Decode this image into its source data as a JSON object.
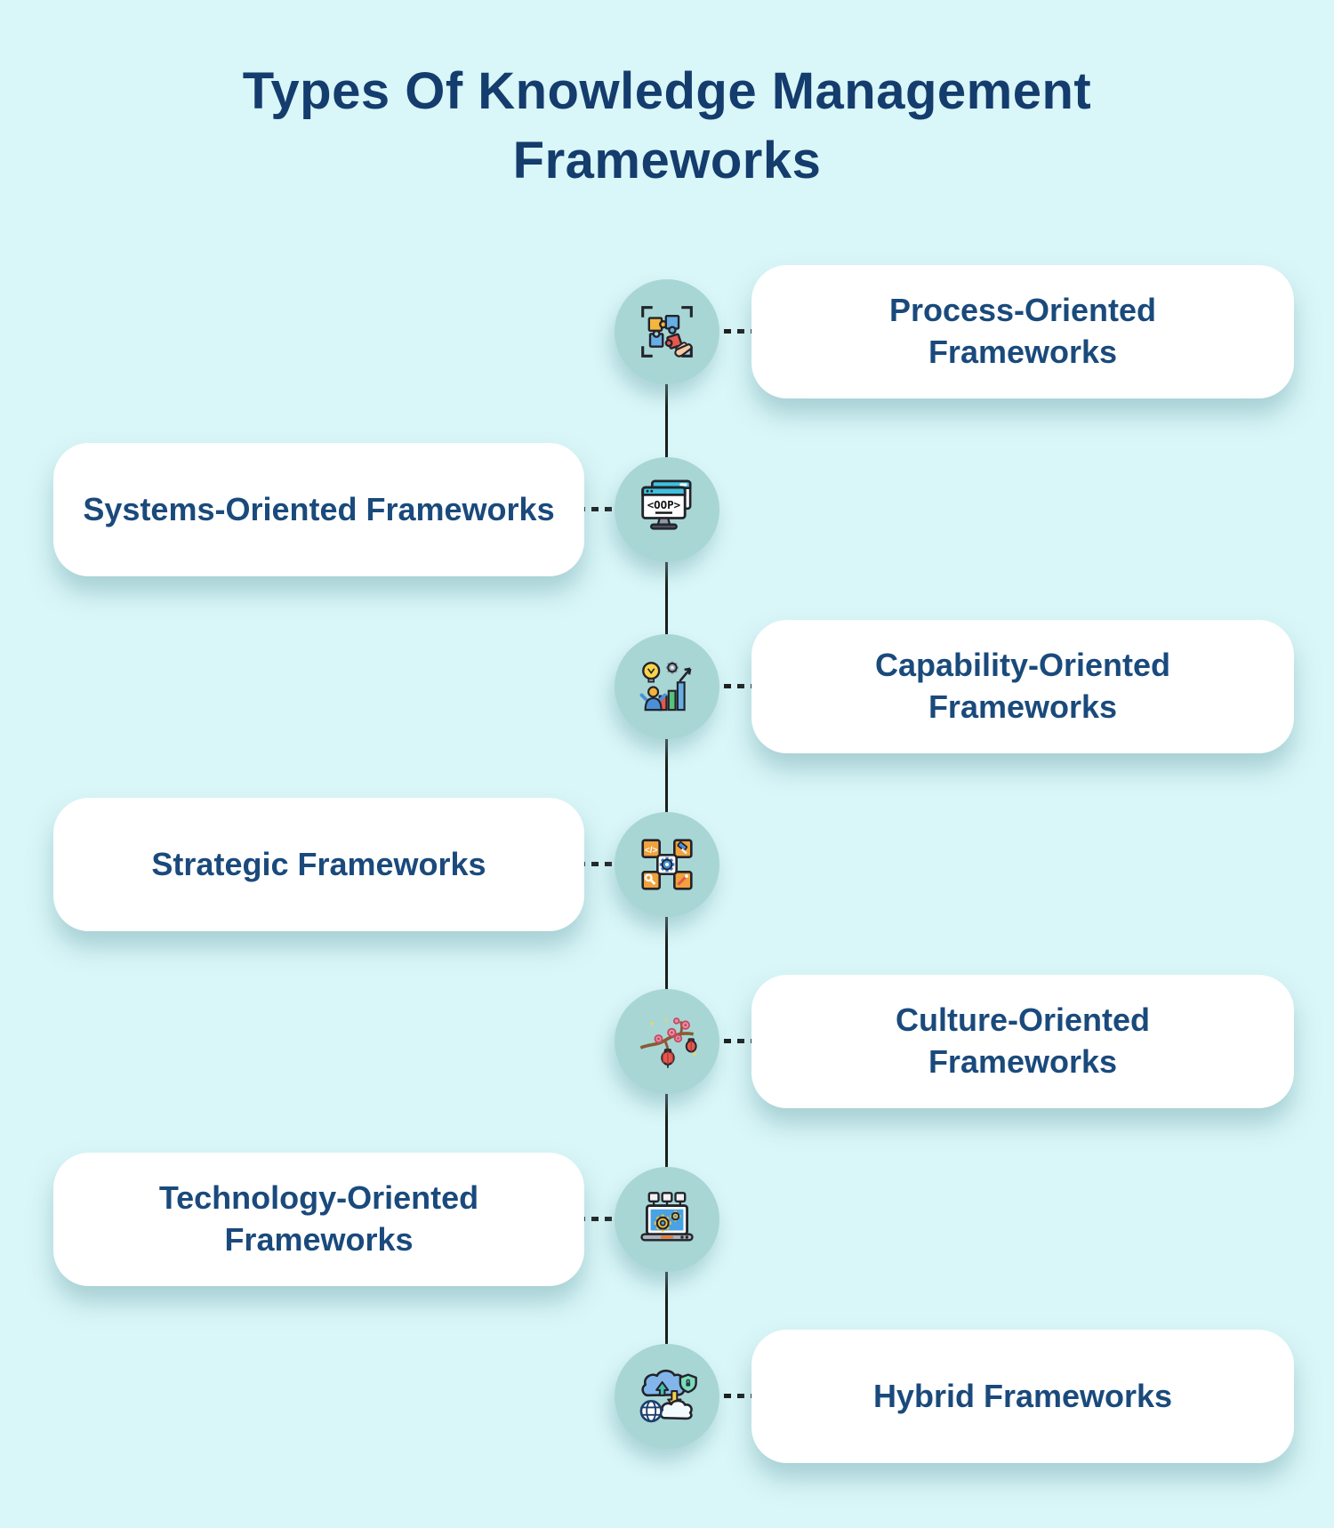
{
  "title": "Types Of Knowledge Management\nFrameworks",
  "colors": {
    "background": "#d9f6f8",
    "node_circle": "#a7d6d5",
    "card_background": "#ffffff",
    "title_text": "#143c6d",
    "label_text": "#1a4a7c",
    "timeline_line": "#1d1d1d"
  },
  "items": [
    {
      "label": "Process-Oriented\nFrameworks",
      "side": "right",
      "icon": "puzzle-hand-icon"
    },
    {
      "label": "Systems-Oriented Frameworks",
      "side": "left",
      "icon": "oop-monitor-icon"
    },
    {
      "label": "Capability-Oriented\nFrameworks",
      "side": "right",
      "icon": "skills-growth-icon"
    },
    {
      "label": "Strategic Frameworks",
      "side": "left",
      "icon": "gear-network-icon"
    },
    {
      "label": "Culture-Oriented\nFrameworks",
      "side": "right",
      "icon": "blossom-lanterns-icon"
    },
    {
      "label": "Technology-Oriented\nFrameworks",
      "side": "left",
      "icon": "laptop-gears-icon"
    },
    {
      "label": "Hybrid Frameworks",
      "side": "right",
      "icon": "hybrid-cloud-icon"
    }
  ]
}
